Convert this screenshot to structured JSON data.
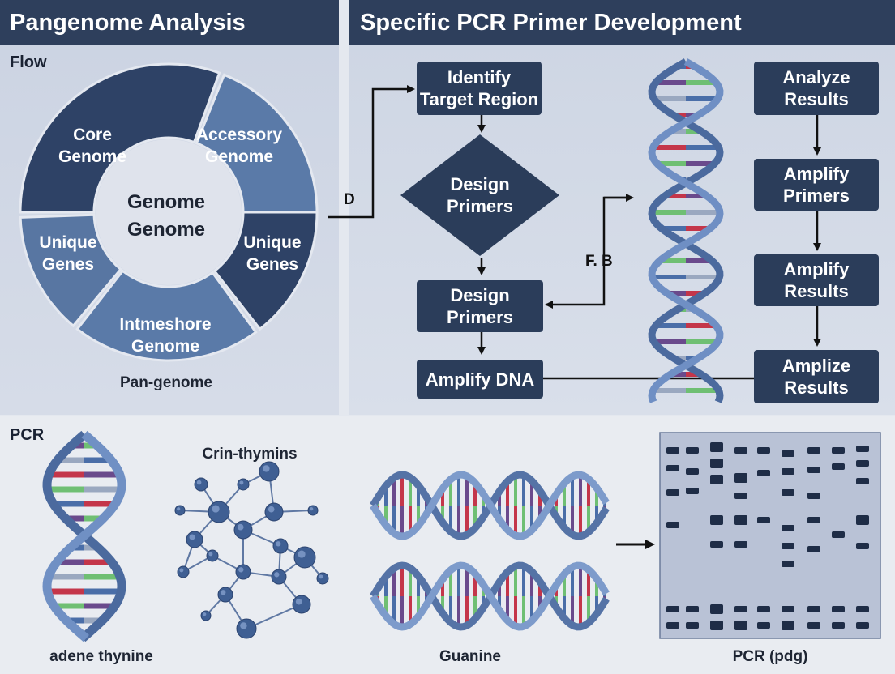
{
  "pangenome": {
    "header": "Pangenome Analysis",
    "flow_label": "Flow",
    "center_text": "Genome\nGenome",
    "segments": {
      "core": "Core\nGenome",
      "accessory": "Accessory\nGenome",
      "unique_left": "Unique\nGenes",
      "unique_right": "Unique\nGenes",
      "intermediate": "Intmeshore\nGenome"
    },
    "caption": "Pan-genome"
  },
  "pcr_dev": {
    "header": "Specific PCR Primer Development",
    "connector_d": "D",
    "connector_fb": "F. B",
    "left_flow": {
      "identify": "Identify\nTarget Region",
      "design_diamond": "Design\nPrimers",
      "design_box": "Design\nPrimers",
      "amplify_dna": "Amplify DNA"
    },
    "right_flow": {
      "analyze": "Analyze\nResults",
      "amplify_primers": "Amplify\nPrimers",
      "amplify_results": "Amplify\nResults",
      "amplize_results": "Amplize\nResults"
    }
  },
  "bottom": {
    "pcr_label": "PCR",
    "molecule_label": "Crin-thymins",
    "helix_caption": "adene thynine",
    "guanine_caption": "Guanine",
    "gel_caption": "PCR (pdg)"
  },
  "colors": {
    "header_bg": "#2e3f5c",
    "box_bg": "#2b3d5a",
    "ring_dark": "#2e4266",
    "ring_light": "#5a7aa8",
    "base_red": "#c4364a",
    "base_green": "#6fbf73",
    "base_blue": "#4a6ea8",
    "base_purple": "#6a4a8c"
  }
}
